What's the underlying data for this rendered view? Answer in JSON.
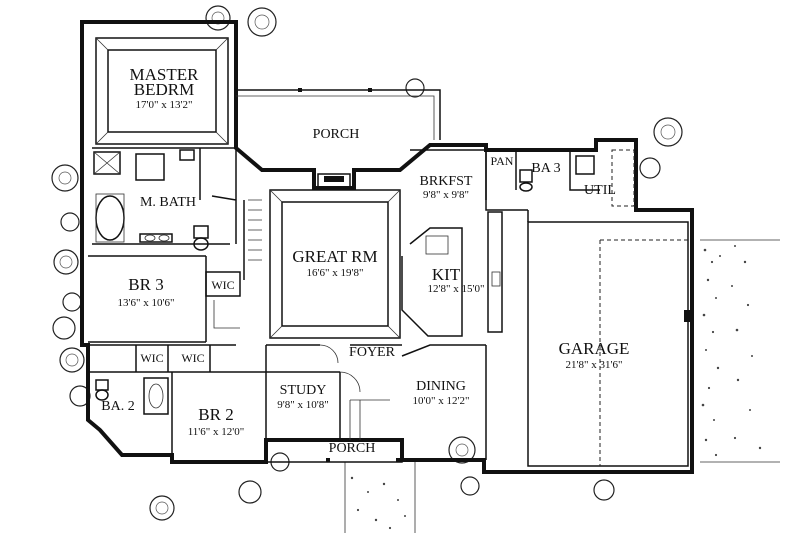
{
  "rooms": {
    "master": {
      "name_1": "MASTER",
      "name_2": "BEDRM",
      "dims": "17'0\" x 13'2\""
    },
    "porch_rear": {
      "name": "PORCH"
    },
    "m_bath": {
      "name": "M. BATH"
    },
    "br3": {
      "name": "BR 3",
      "dims": "13'6\" x 10'6\""
    },
    "wic_1": {
      "name": "WIC"
    },
    "wic_2": {
      "name": "WIC"
    },
    "wic_3": {
      "name": "WIC"
    },
    "ba2": {
      "name": "BA. 2"
    },
    "br2": {
      "name": "BR 2",
      "dims": "11'6\" x 12'0\""
    },
    "great_rm": {
      "name": "GREAT RM",
      "dims": "16'6\" x 19'8\""
    },
    "foyer": {
      "name": "FOYER"
    },
    "study": {
      "name": "STUDY",
      "dims": "9'8\" x 10'8\""
    },
    "porch_front": {
      "name": "PORCH"
    },
    "brkfst": {
      "name": "BRKFST",
      "dims": "9'8\" x 9'8\""
    },
    "kit": {
      "name": "KIT",
      "dims": "12'8\" x 15'0\""
    },
    "dining": {
      "name": "DINING",
      "dims": "10'0\" x 12'2\""
    },
    "pan": {
      "name": "PAN"
    },
    "ba3": {
      "name": "BA 3"
    },
    "util": {
      "name": "UTIL"
    },
    "garage": {
      "name": "GARAGE",
      "dims": "21'8\" x 31'6\""
    }
  }
}
